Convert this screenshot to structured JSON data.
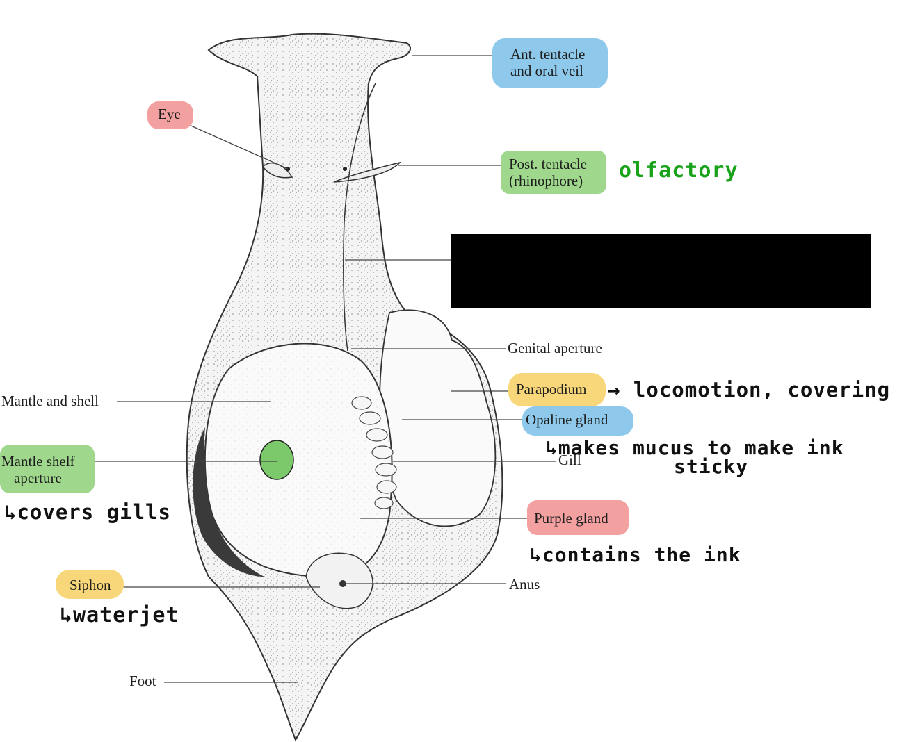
{
  "labels": {
    "ant_tentacle": [
      "Ant. tentacle",
      "and oral veil"
    ],
    "eye": "Eye",
    "post_tentacle": [
      "Post. tentacle",
      "(rhinophore)"
    ],
    "genital_aperture": "Genital aperture",
    "parapodium": "Parapodium",
    "opaline_gland": "Opaline gland",
    "gill": "Gill",
    "mantle_and_shell": "Mantle and shell",
    "mantle_shelf_aperture": [
      "Mantle shelf",
      "aperture"
    ],
    "purple_gland": "Purple gland",
    "siphon": "Siphon",
    "anus": "Anus",
    "foot": "Foot"
  },
  "notes": {
    "olfactory": "olfactory",
    "parapodium": "→ locomotion, covering",
    "opaline": [
      "↳makes mucus to make ink",
      "sticky"
    ],
    "mantle_shelf": "↳covers gills",
    "purple": "↳contains the ink",
    "siphon": "↳waterjet"
  },
  "colors": {
    "blue": "#8ec9ec",
    "red": "#f2a0a0",
    "green": "#9fd88c",
    "yellow": "#f8d77a",
    "green_ink": "#1aa31a",
    "mantle_spot": "#7bc96a"
  }
}
